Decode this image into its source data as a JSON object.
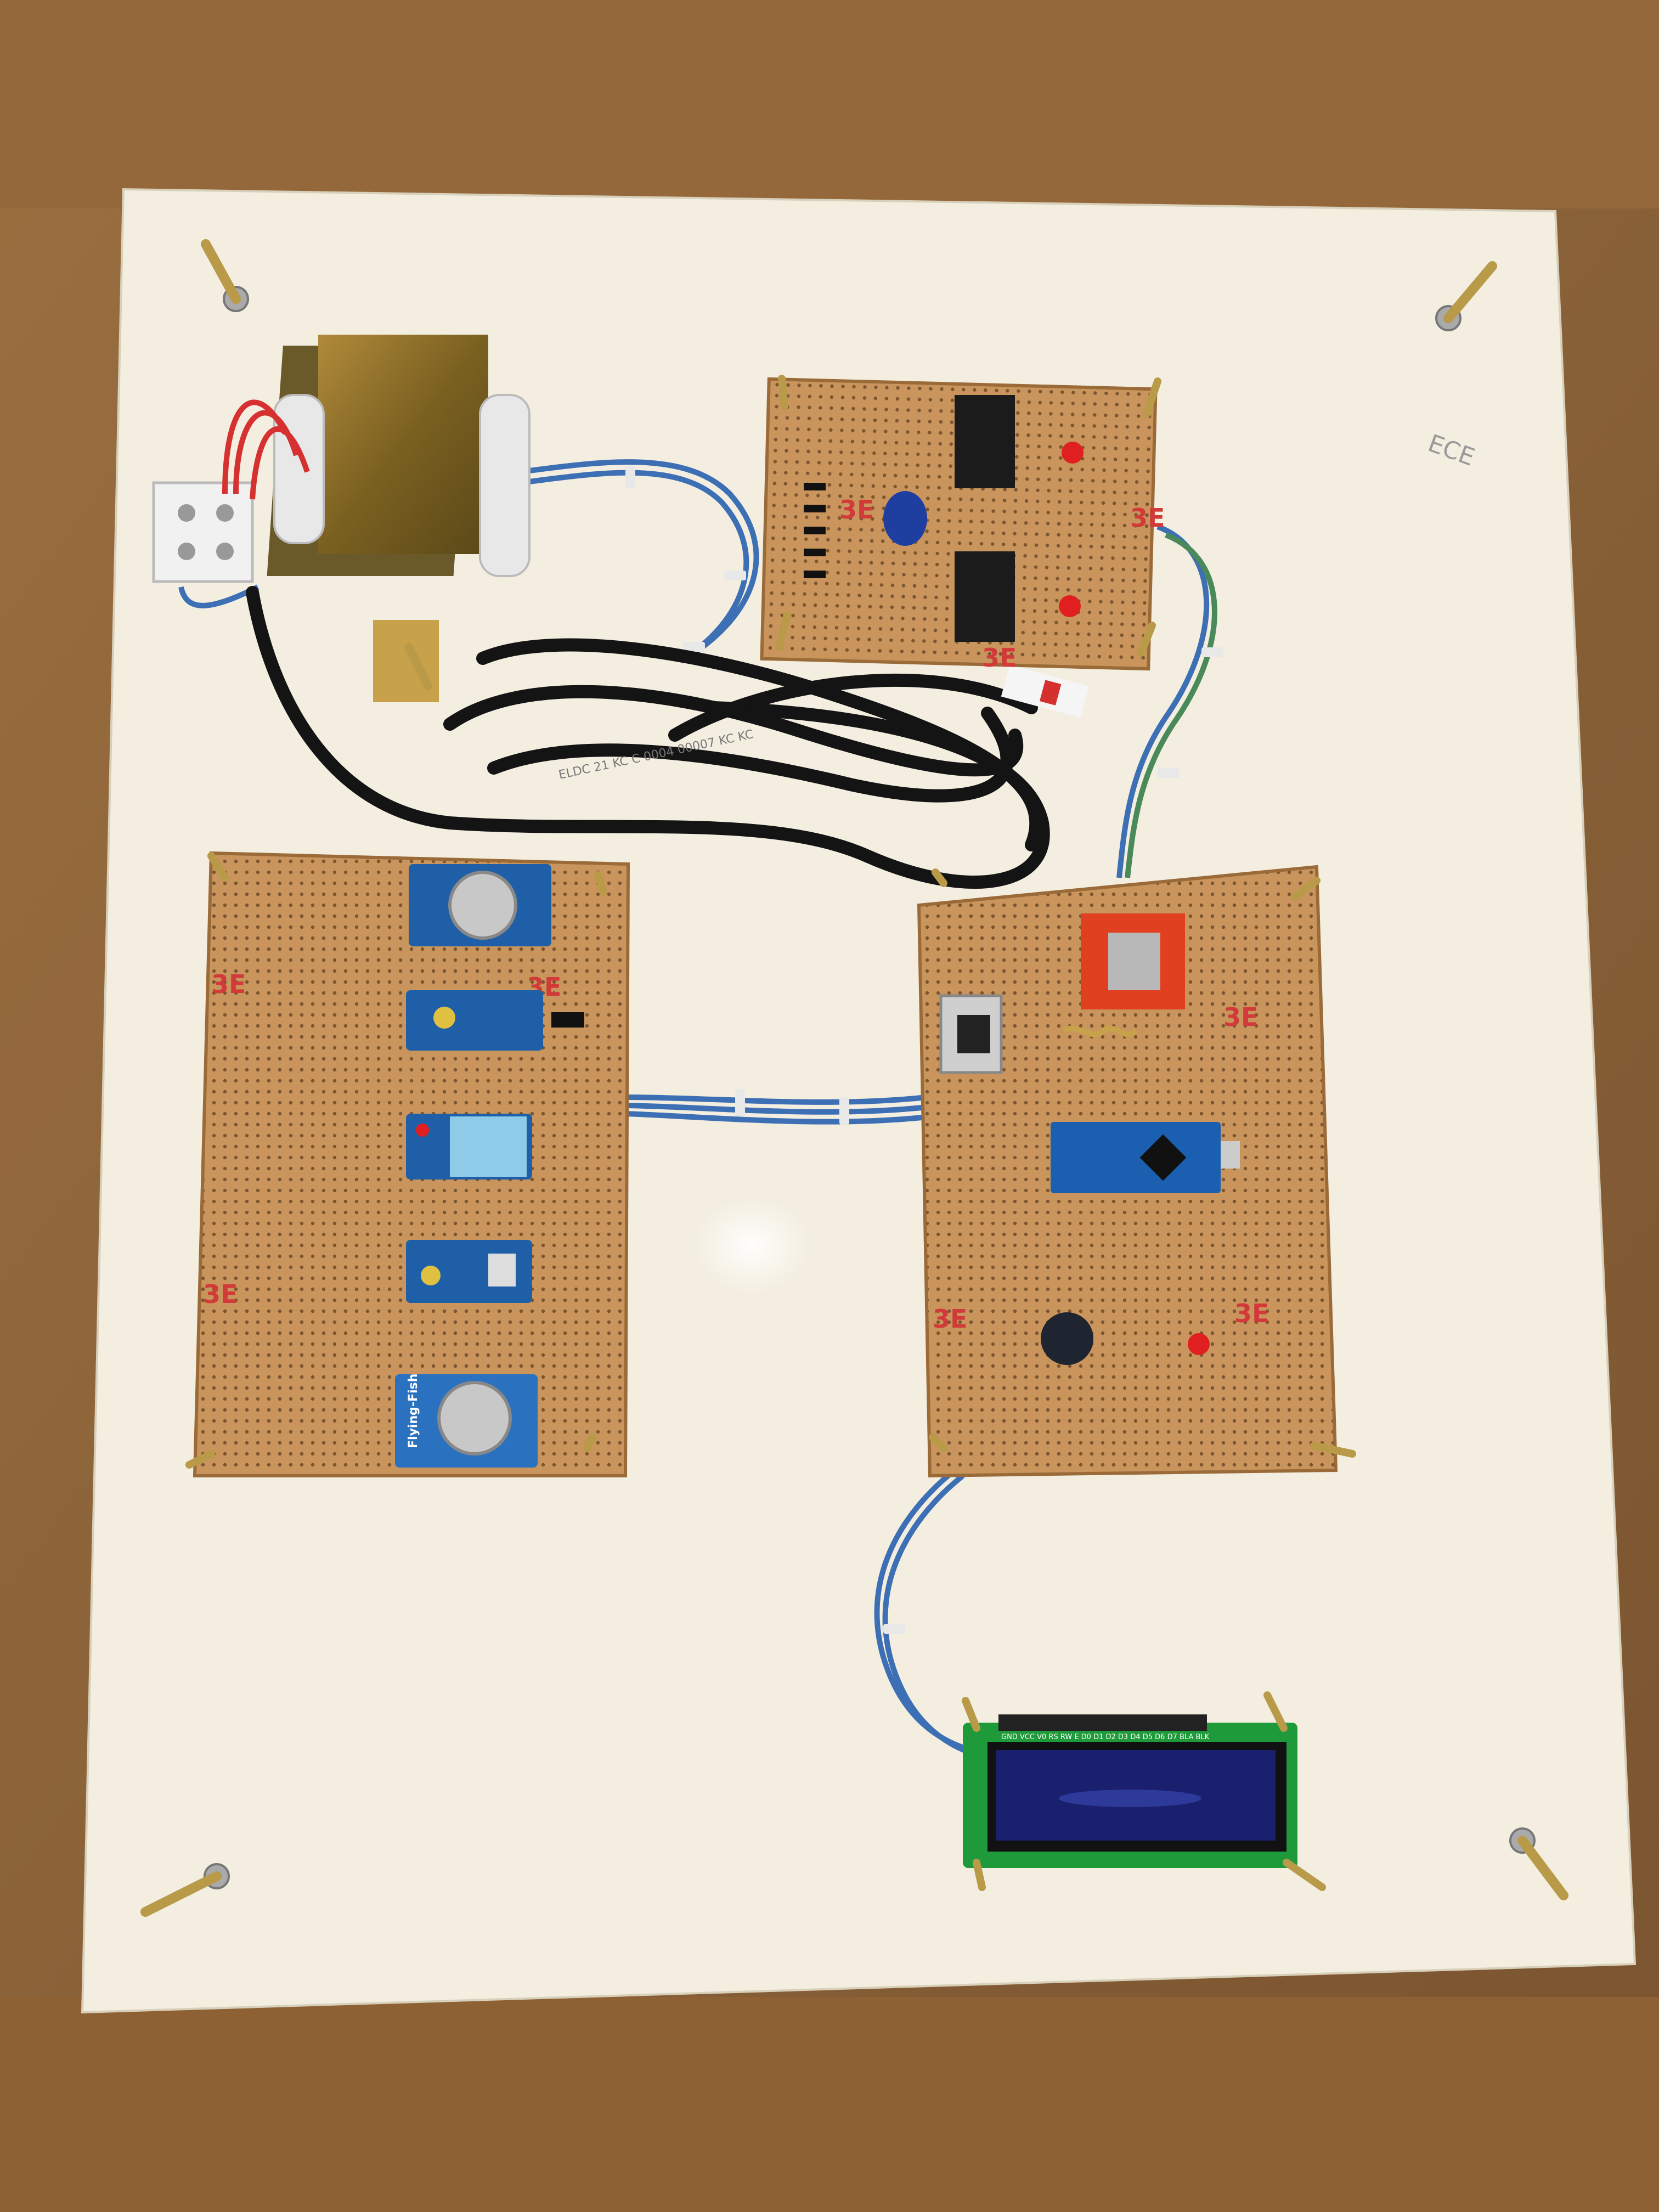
{
  "scene": {
    "board_marking": "ECE",
    "pcb_marking": "3E",
    "sensor_module_marking": "Flying-Fish",
    "cable_marking": "ELDC 21 KC C 0004 00007 KC KC",
    "lcd_pin_header": "GND VCC V0 RS RW E D0 D1 D2 D3 D4 D5 D6 D7 BLA BLK"
  },
  "colors": {
    "cardboard": "#8a6238",
    "board": "#f3eee0",
    "perfboard": "#c9955c",
    "wire_blue": "#3d6fb5",
    "sensor_blue": "#1f5fa8",
    "gsm_red": "#e0401f",
    "lcd_green": "#1e9a3a",
    "lcd_screen": "#1a1f6e"
  }
}
